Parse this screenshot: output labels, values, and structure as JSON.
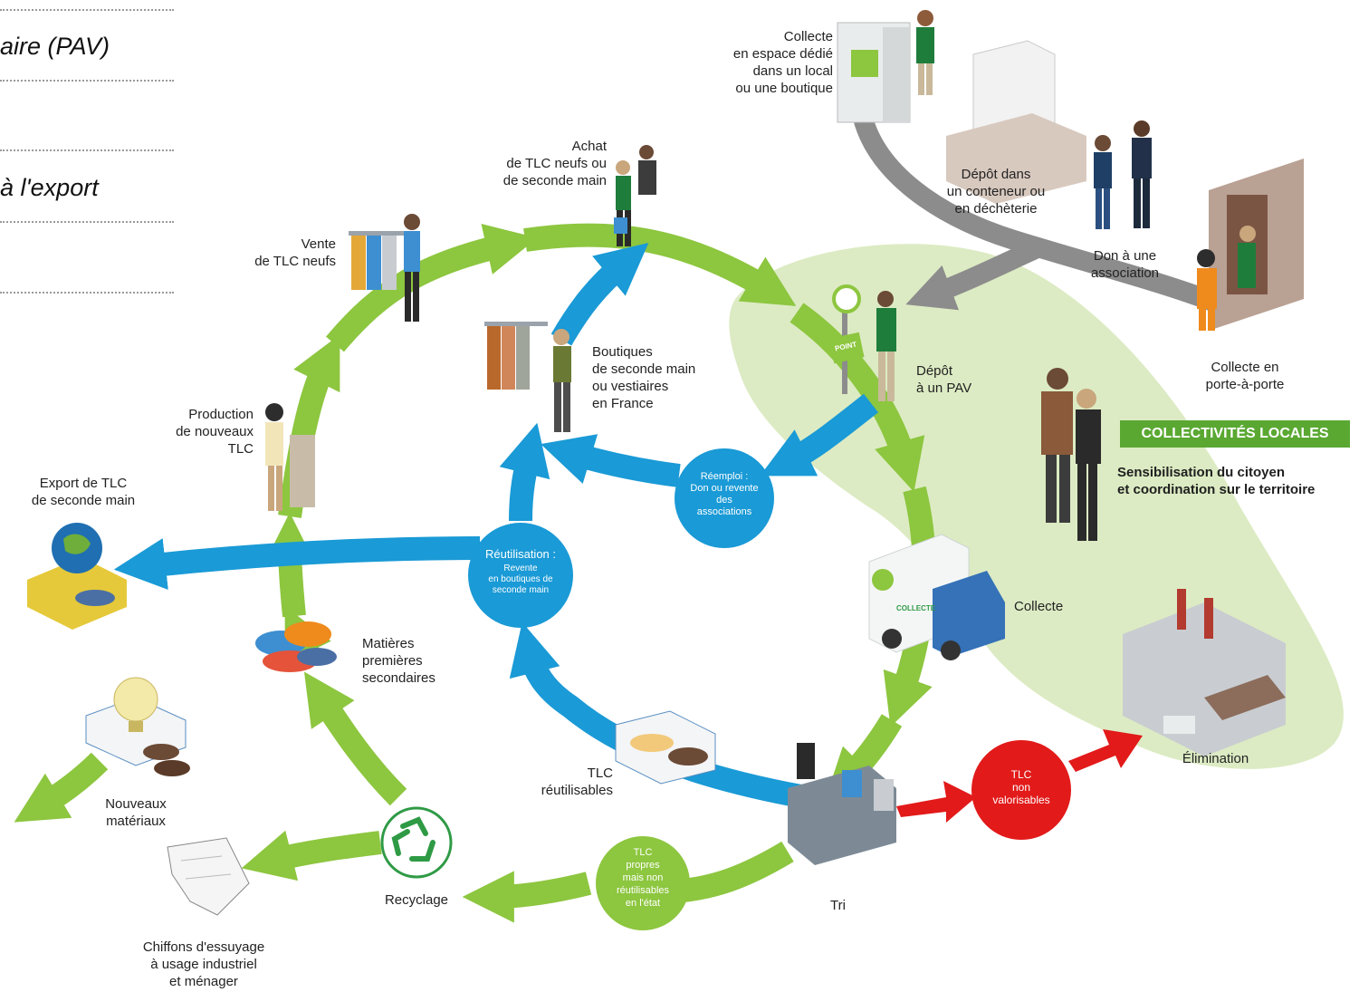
{
  "legend": {
    "line1": "aire (PAV)",
    "line2": "à l'export"
  },
  "labels": {
    "collecte_espace": "Collecte\nen espace dédié\ndans un local\nou une boutique",
    "depot_conteneur": "Dépôt dans\nun conteneur ou\nen déchèterie",
    "don_association": "Don à une\nassociation",
    "collecte_porte": "Collecte en\nporte-à-porte",
    "achat": "Achat\nde TLC neufs ou\nde seconde main",
    "vente": "Vente\nde TLC neufs",
    "boutiques": "Boutiques\nde seconde main\nou vestiaires\nen France",
    "depot_pav": "Dépôt\nà un PAV",
    "production": "Production\nde nouveaux\nTLC",
    "export": "Export de TLC\nde seconde main",
    "matieres": "Matières\npremières\nsecondaires",
    "collecte": "Collecte",
    "elimination": "Élimination",
    "nouveaux": "Nouveaux\nmatériaux",
    "tlc_reutilisables": "TLC\nréutilisables",
    "tri": "Tri",
    "recyclage": "Recyclage",
    "chiffons": "Chiffons d'essuyage\nà usage industriel\net ménager"
  },
  "circles": {
    "reemploi": "Réemploi :\nDon ou revente\ndes\nassociations",
    "reutilisation_title": "Réutilisation :",
    "reutilisation_body": "Revente\nen boutiques de\nseconde main",
    "non_valorisables": "TLC\nnon\nvalorisables",
    "propres": "TLC\npropres\nmais non\nréutilisables\nen l'état"
  },
  "collectivites": {
    "title": "COLLECTIVITÉS LOCALES",
    "subtitle": "Sensibilisation du citoyen\net coordination sur le territoire"
  },
  "truck": {
    "logo_text": "COLLECTE"
  },
  "signpost": {
    "text": "POINT"
  },
  "colors": {
    "green_arrow": "#8dc63f",
    "blue_arrow": "#1a9ad6",
    "red_arrow": "#e21a1a",
    "grey_arrow": "#8c8c8c",
    "green_zone": "#dcebc3",
    "badge_green": "#5aa832"
  },
  "icons": [
    "recycle-icon",
    "truck-icon",
    "factory-icon",
    "globe-icon",
    "lightbulb-icon",
    "shoe-icon",
    "cloth-icon",
    "clothes-rack-icon",
    "collection-bin-icon",
    "container-icon",
    "person-icon",
    "door-icon",
    "signpost-icon",
    "sorting-station-icon"
  ]
}
